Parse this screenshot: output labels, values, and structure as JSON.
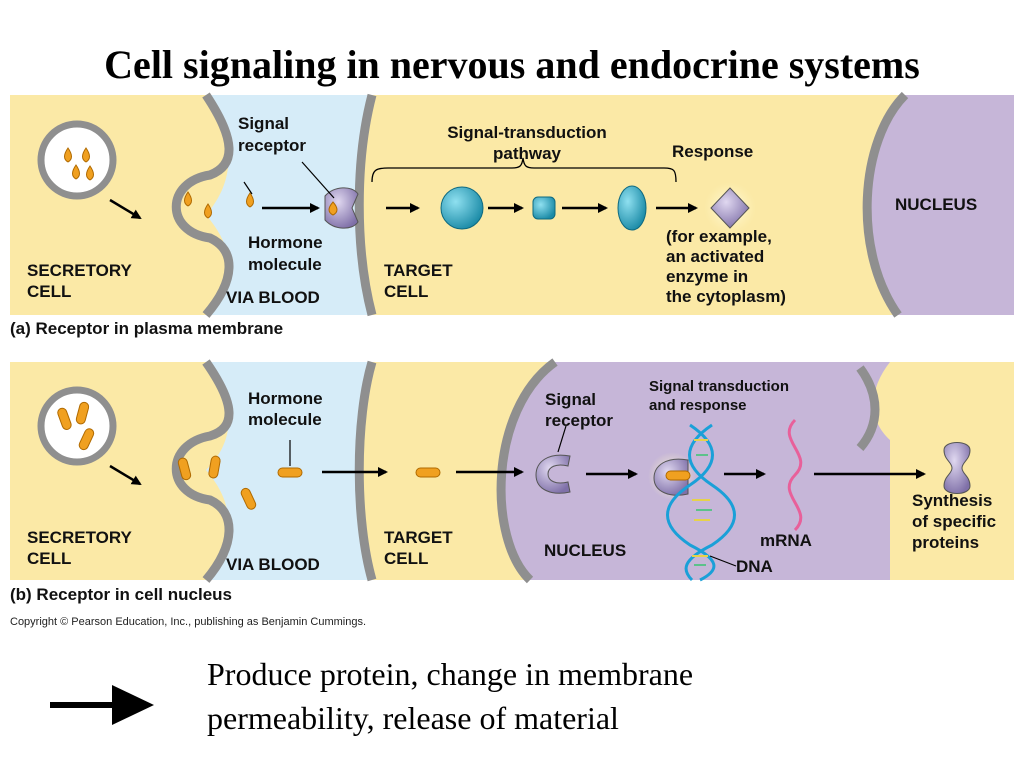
{
  "title": "Cell signaling in nervous and endocrine systems",
  "colors": {
    "cell_yellow": "#fbe9a6",
    "blood_blue": "#d6ecf8",
    "nucleus_purple": "#c6b6d8",
    "membrane_gray": "#8f8f8f",
    "hormone_orange": "#f0a020",
    "relay_teal": "#1e9fb8",
    "receptor_purple": "#9b8fbd"
  },
  "panel_a": {
    "secretory_cell": "SECRETORY\nCELL",
    "via_blood": "VIA BLOOD",
    "signal_receptor": "Signal\nreceptor",
    "hormone_molecule": "Hormone\nmolecule",
    "target_cell": "TARGET\nCELL",
    "transduction_pathway": "Signal-transduction\npathway",
    "response": "Response",
    "response_example": "(for example,\nan activated\nenzyme in\nthe cytoplasm)",
    "nucleus": "NUCLEUS",
    "caption": "(a) Receptor in plasma membrane"
  },
  "panel_b": {
    "secretory_cell": "SECRETORY\nCELL",
    "via_blood": "VIA BLOOD",
    "hormone_molecule": "Hormone\nmolecule",
    "target_cell": "TARGET\nCELL",
    "signal_receptor": "Signal\nreceptor",
    "transduction_response": "Signal transduction\nand response",
    "nucleus": "NUCLEUS",
    "mrna": "mRNA",
    "dna": "DNA",
    "synthesis": "Synthesis\nof specific\nproteins",
    "caption": "(b) Receptor in cell nucleus"
  },
  "copyright": "Copyright © Pearson Education, Inc., publishing as Benjamin Cummings.",
  "bottom_text": "Produce protein, change in membrane permeability, release of material",
  "icons": {
    "bottom_arrow": "right-arrow-icon"
  }
}
